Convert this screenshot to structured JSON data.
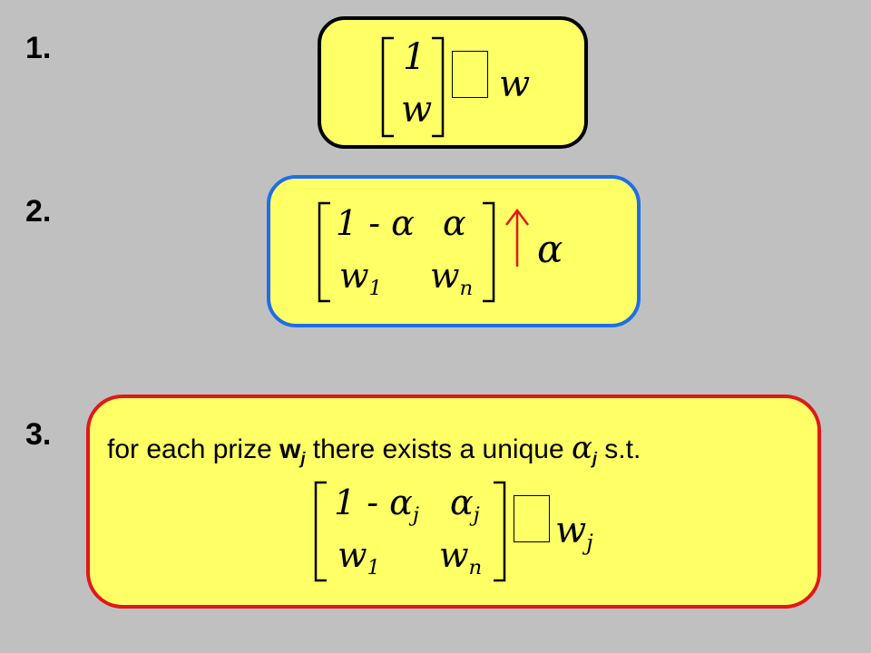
{
  "items": [
    {
      "number": "1.",
      "matrix": {
        "r1c1": "1",
        "r2c1": "w"
      },
      "relation": "~",
      "result": "w"
    },
    {
      "number": "2.",
      "matrix": {
        "r1c1": "1 - α",
        "r1c2": "α",
        "r2c1": "w",
        "r2c1_sub": "1",
        "r2c2": "w",
        "r2c2_sub": "n"
      },
      "relation": "↑",
      "result": "α"
    },
    {
      "number": "3.",
      "statement": {
        "prefix": "for each prize ",
        "prize_var": "w",
        "prize_sub": "j",
        "middle": " there exists a unique ",
        "alpha_var": "α",
        "alpha_sub": "j",
        "suffix": " s.t."
      },
      "matrix": {
        "r1c1": "1 - α",
        "r1c1_sub": "j",
        "r1c2": "α",
        "r1c2_sub": "j",
        "r2c1": "w",
        "r2c1_sub": "1",
        "r2c2": "w",
        "r2c2_sub": "n"
      },
      "relation": "~",
      "result": "w",
      "result_sub": "j"
    }
  ],
  "colors": {
    "background": "#c0c0c0",
    "box_fill": "#ffff66",
    "box1_border": "#000000",
    "box2_border": "#1e6ee8",
    "box3_border": "#e01818",
    "arrow": "#e01818"
  }
}
